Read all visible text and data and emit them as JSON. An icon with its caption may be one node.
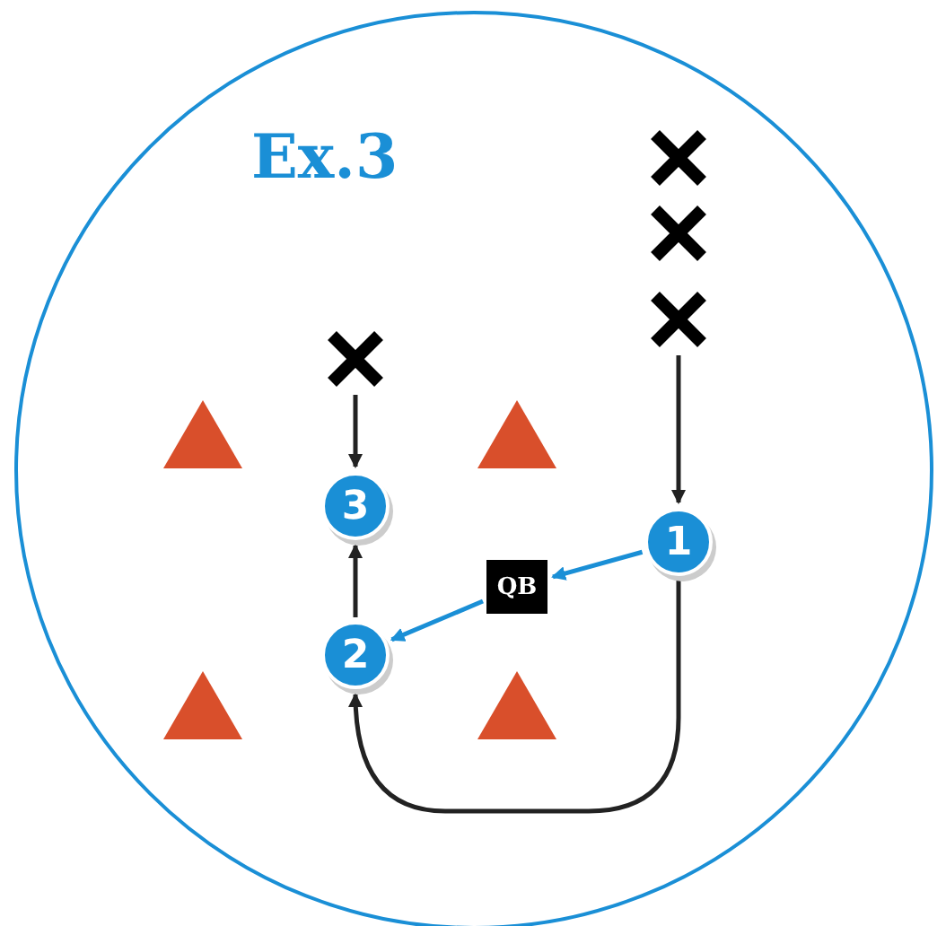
{
  "diagram": {
    "title": "Ex.3",
    "nodes": [
      {
        "text": [
          "1"
        ]
      },
      {
        "text": [
          "2"
        ]
      },
      {
        "text": [
          "3"
        ]
      },
      {
        "text": [
          "QB"
        ]
      },
      {
        "text": [],
        "shape": "cross"
      },
      {
        "text": [],
        "shape": "cross"
      },
      {
        "text": [],
        "shape": "cross"
      },
      {
        "text": [],
        "shape": "cross"
      }
    ],
    "edges": [
      {
        "from": 6,
        "to": 0,
        "arrow": "to"
      },
      {
        "from": 0,
        "to": 3,
        "arrow": "to",
        "color": "#1a8fd6"
      },
      {
        "from": 3,
        "to": 1,
        "arrow": "to",
        "color": "#1a8fd6"
      },
      {
        "from": 0,
        "to": 1,
        "arrow": "to"
      },
      {
        "from": 1,
        "to": 2,
        "arrow": "to"
      },
      {
        "from": 7,
        "to": 2,
        "arrow": "to"
      }
    ]
  }
}
